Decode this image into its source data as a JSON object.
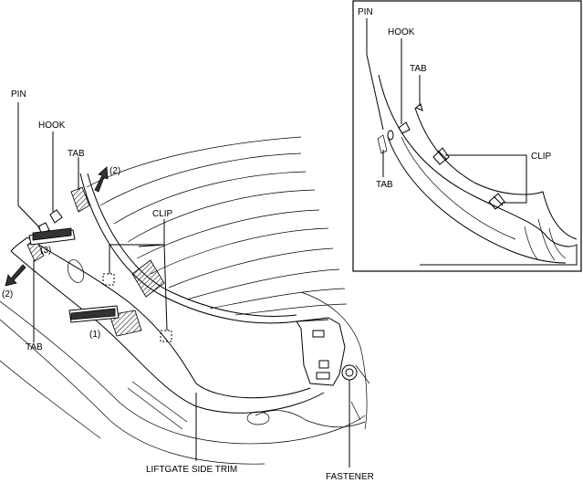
{
  "labels": {
    "pin": "PIN",
    "hook": "HOOK",
    "tab": "TAB",
    "clip": "CLIP",
    "step1": "(1)",
    "step2": "(2)",
    "step3": "(3)",
    "liftgate_side_trim": "LIFTGATE SIDE TRIM",
    "fastener": "FASTENER"
  },
  "inset_labels": {
    "pin": "PIN",
    "hook": "HOOK",
    "tab_top": "TAB",
    "tab_left": "TAB",
    "clip": "CLIP"
  }
}
